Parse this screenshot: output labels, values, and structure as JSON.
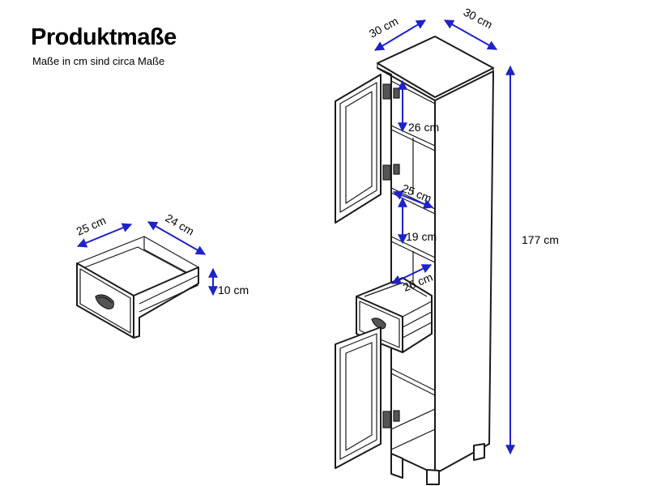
{
  "header": {
    "title": "Produktmaße",
    "subtitle": "Maße in cm sind circa Maße"
  },
  "drawer_dimensions": {
    "width": "25 cm",
    "depth": "24 cm",
    "height": "10 cm"
  },
  "cabinet_dimensions": {
    "width": "30 cm",
    "depth": "30 cm",
    "total_height": "177 cm",
    "upper_compartment_height": "26 cm",
    "inner_width": "25 cm",
    "middle_shelf_height": "19 cm",
    "drawer_opening_depth": "26 cm"
  },
  "colors": {
    "dimension_arrow": "#1e22c8",
    "line": "#1a1a1a"
  }
}
